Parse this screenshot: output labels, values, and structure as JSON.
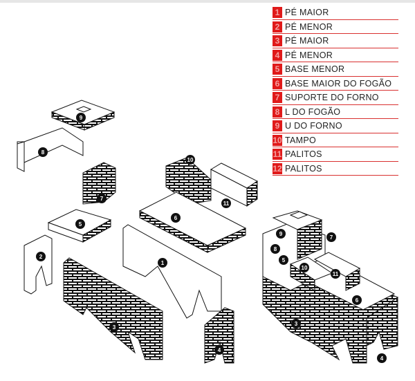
{
  "legend": [
    {
      "n": "1",
      "label": "PÉ MAIOR"
    },
    {
      "n": "2",
      "label": "PÉ MENOR"
    },
    {
      "n": "3",
      "label": "PÉ MAIOR"
    },
    {
      "n": "4",
      "label": "PÉ MENOR"
    },
    {
      "n": "5",
      "label": "BASE MENOR"
    },
    {
      "n": "6",
      "label": "BASE MAIOR DO FOGÃO"
    },
    {
      "n": "7",
      "label": "SUPORTE DO FORNO"
    },
    {
      "n": "8",
      "label": "L DO FOGÃO"
    },
    {
      "n": "9",
      "label": "U DO FORNO"
    },
    {
      "n": "10",
      "label": "TAMPO"
    },
    {
      "n": "11",
      "label": "PALITOS"
    },
    {
      "n": "12",
      "label": "PALITOS"
    }
  ],
  "markers": {
    "exploded": [
      "9",
      "8",
      "7",
      "5",
      "2",
      "10",
      "11",
      "6",
      "1",
      "3",
      "4"
    ],
    "assembled": [
      "9",
      "7",
      "8",
      "5",
      "10",
      "11",
      "6",
      "3",
      "4"
    ]
  },
  "colors": {
    "accent": "#e01a1a",
    "line": "#d9302f",
    "ink": "#111111"
  }
}
